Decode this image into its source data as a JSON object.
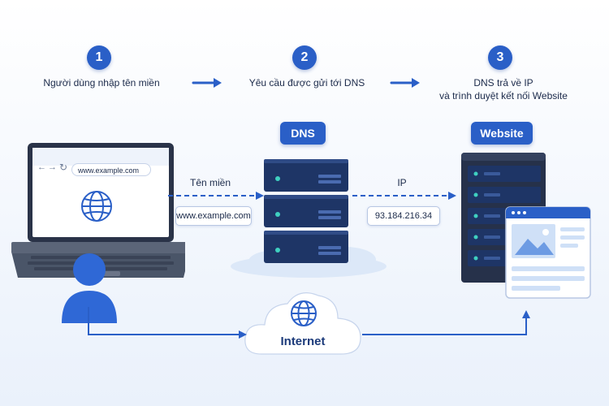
{
  "steps": [
    {
      "number": "1",
      "label": "Người dùng nhập tên miền"
    },
    {
      "number": "2",
      "label": "Yêu cầu được gửi tới DNS"
    },
    {
      "number": "3",
      "label_line1": "DNS trả về IP",
      "label_line2": "và trình duyệt kết nối Website"
    }
  ],
  "browser": {
    "url": "www.example.com",
    "nav_icons": [
      "back-arrow-icon",
      "forward-arrow-icon",
      "reload-icon"
    ]
  },
  "dns": {
    "tag": "DNS"
  },
  "website": {
    "tag": "Website"
  },
  "flows": {
    "domain_label": "Tên miền",
    "domain_value": "www.example.com",
    "ip_label": "IP",
    "ip_value": "93.184.216.34"
  },
  "internet": {
    "label": "Internet"
  },
  "colors": {
    "accent": "#2a5fc7",
    "server_dark": "#1e3566",
    "light_blue": "#dce8f8",
    "led": "#3fd0c0"
  }
}
